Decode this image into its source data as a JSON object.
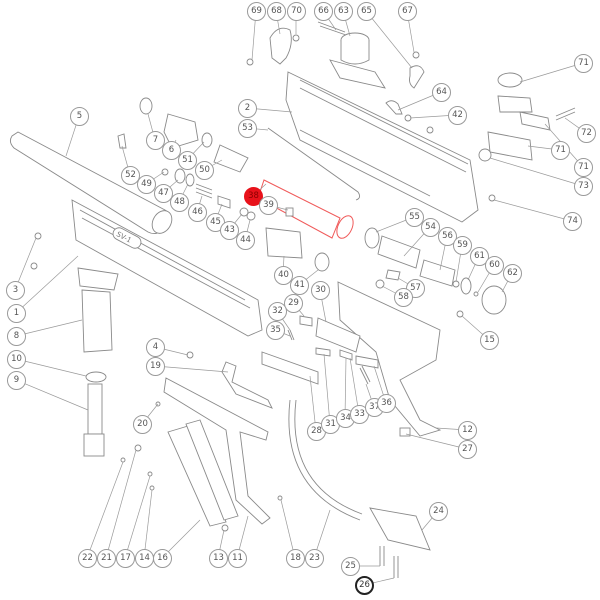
{
  "diagram": {
    "title": "Exploded parts diagram",
    "colors": {
      "line": "#8a8a8a",
      "highlight_part": "#f05a5a",
      "highlight_callout": "#e8121b",
      "selected_callout_border": "#222222"
    },
    "highlighted_part": "38",
    "selected_callout": "26",
    "engraving": "SV-1",
    "callouts": [
      {
        "id": "c69",
        "label": "69"
      },
      {
        "id": "c68",
        "label": "68"
      },
      {
        "id": "c70",
        "label": "70"
      },
      {
        "id": "c66",
        "label": "66"
      },
      {
        "id": "c63",
        "label": "63"
      },
      {
        "id": "c65",
        "label": "65"
      },
      {
        "id": "c67",
        "label": "67"
      },
      {
        "id": "c71a",
        "label": "71"
      },
      {
        "id": "c71b",
        "label": "71"
      },
      {
        "id": "c71c",
        "label": "71"
      },
      {
        "id": "c72",
        "label": "72"
      },
      {
        "id": "c73",
        "label": "73"
      },
      {
        "id": "c74",
        "label": "74"
      },
      {
        "id": "c64",
        "label": "64"
      },
      {
        "id": "c42",
        "label": "42"
      },
      {
        "id": "c2",
        "label": "2"
      },
      {
        "id": "c53",
        "label": "53"
      },
      {
        "id": "c5",
        "label": "5"
      },
      {
        "id": "c7",
        "label": "7"
      },
      {
        "id": "c6",
        "label": "6"
      },
      {
        "id": "c51",
        "label": "51"
      },
      {
        "id": "c50",
        "label": "50"
      },
      {
        "id": "c52",
        "label": "52"
      },
      {
        "id": "c49",
        "label": "49"
      },
      {
        "id": "c47",
        "label": "47"
      },
      {
        "id": "c48",
        "label": "48"
      },
      {
        "id": "c46",
        "label": "46"
      },
      {
        "id": "c45",
        "label": "45"
      },
      {
        "id": "c43",
        "label": "43"
      },
      {
        "id": "c44",
        "label": "44"
      },
      {
        "id": "c38",
        "label": "38"
      },
      {
        "id": "c39",
        "label": "39"
      },
      {
        "id": "c55",
        "label": "55"
      },
      {
        "id": "c54",
        "label": "54"
      },
      {
        "id": "c56",
        "label": "56"
      },
      {
        "id": "c59",
        "label": "59"
      },
      {
        "id": "c61",
        "label": "61"
      },
      {
        "id": "c60",
        "label": "60"
      },
      {
        "id": "c62",
        "label": "62"
      },
      {
        "id": "c57",
        "label": "57"
      },
      {
        "id": "c58",
        "label": "58"
      },
      {
        "id": "c15",
        "label": "15"
      },
      {
        "id": "c40",
        "label": "40"
      },
      {
        "id": "c41",
        "label": "41"
      },
      {
        "id": "c30",
        "label": "30"
      },
      {
        "id": "c29",
        "label": "29"
      },
      {
        "id": "c32",
        "label": "32"
      },
      {
        "id": "c35",
        "label": "35"
      },
      {
        "id": "c28",
        "label": "28"
      },
      {
        "id": "c31",
        "label": "31"
      },
      {
        "id": "c34",
        "label": "34"
      },
      {
        "id": "c33",
        "label": "33"
      },
      {
        "id": "c37",
        "label": "37"
      },
      {
        "id": "c36",
        "label": "36"
      },
      {
        "id": "c12",
        "label": "12"
      },
      {
        "id": "c27",
        "label": "27"
      },
      {
        "id": "c3",
        "label": "3"
      },
      {
        "id": "c1",
        "label": "1"
      },
      {
        "id": "c8",
        "label": "8"
      },
      {
        "id": "c10",
        "label": "10"
      },
      {
        "id": "c9",
        "label": "9"
      },
      {
        "id": "c4",
        "label": "4"
      },
      {
        "id": "c19",
        "label": "19"
      },
      {
        "id": "c20",
        "label": "20"
      },
      {
        "id": "c22",
        "label": "22"
      },
      {
        "id": "c21",
        "label": "21"
      },
      {
        "id": "c17",
        "label": "17"
      },
      {
        "id": "c14",
        "label": "14"
      },
      {
        "id": "c16",
        "label": "16"
      },
      {
        "id": "c13",
        "label": "13"
      },
      {
        "id": "c11",
        "label": "11"
      },
      {
        "id": "c18",
        "label": "18"
      },
      {
        "id": "c23",
        "label": "23"
      },
      {
        "id": "c24",
        "label": "24"
      },
      {
        "id": "c25",
        "label": "25"
      },
      {
        "id": "c26",
        "label": "26"
      }
    ]
  }
}
